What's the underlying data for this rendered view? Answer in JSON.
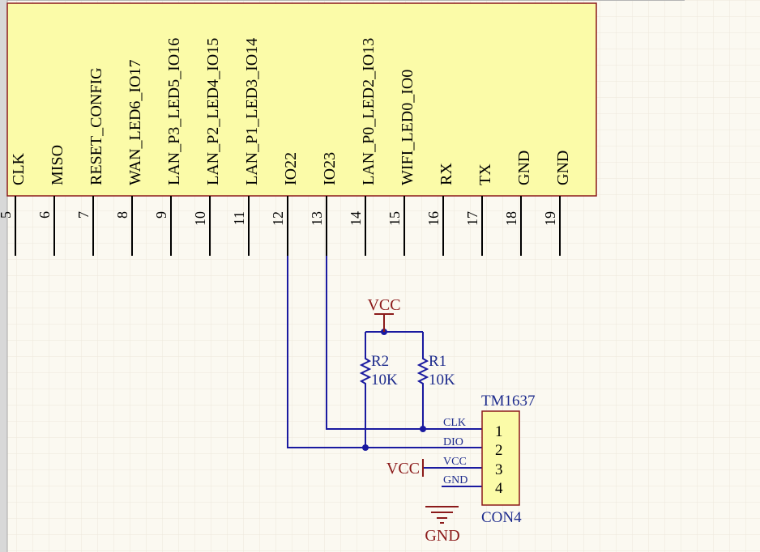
{
  "colors": {
    "background": "#fbf9f1",
    "grid": "#ece8dc",
    "component_fill": "#fbfba8",
    "component_border": "#8b1a1a",
    "wire": "#1a1aa0",
    "power": "#8b1a1a",
    "text": "#000000",
    "designator": "#1c2a8c",
    "window_edge": "#c8c8c8"
  },
  "main_ic": {
    "pins": [
      {
        "number": "5",
        "name": "CLK"
      },
      {
        "number": "6",
        "name": "MISO"
      },
      {
        "number": "7",
        "name": "RESET_CONFIG"
      },
      {
        "number": "8",
        "name": "WAN_LED6_IO17"
      },
      {
        "number": "9",
        "name": "LAN_P3_LED5_IO16"
      },
      {
        "number": "10",
        "name": "LAN_P2_LED4_IO15"
      },
      {
        "number": "11",
        "name": "LAN_P1_LED3_IO14"
      },
      {
        "number": "12",
        "name": "IO22"
      },
      {
        "number": "13",
        "name": "IO23"
      },
      {
        "number": "14",
        "name": "LAN_P0_LED2_IO13"
      },
      {
        "number": "15",
        "name": "WIFI_LED0_IO0"
      },
      {
        "number": "16",
        "name": "RX"
      },
      {
        "number": "17",
        "name": "TX"
      },
      {
        "number": "18",
        "name": "GND"
      },
      {
        "number": "19",
        "name": "GND"
      }
    ]
  },
  "power": {
    "vcc_top": "VCC",
    "vcc_left": "VCC",
    "gnd": "GND"
  },
  "resistors": {
    "r2": {
      "designator": "R2",
      "value": "10K"
    },
    "r1": {
      "designator": "R1",
      "value": "10K"
    }
  },
  "connector": {
    "designator": "TM1637",
    "comment": "CON4",
    "pins": [
      {
        "number": "1",
        "net": "CLK"
      },
      {
        "number": "2",
        "net": "DIO"
      },
      {
        "number": "3",
        "net": "VCC"
      },
      {
        "number": "4",
        "net": "GND"
      }
    ]
  }
}
